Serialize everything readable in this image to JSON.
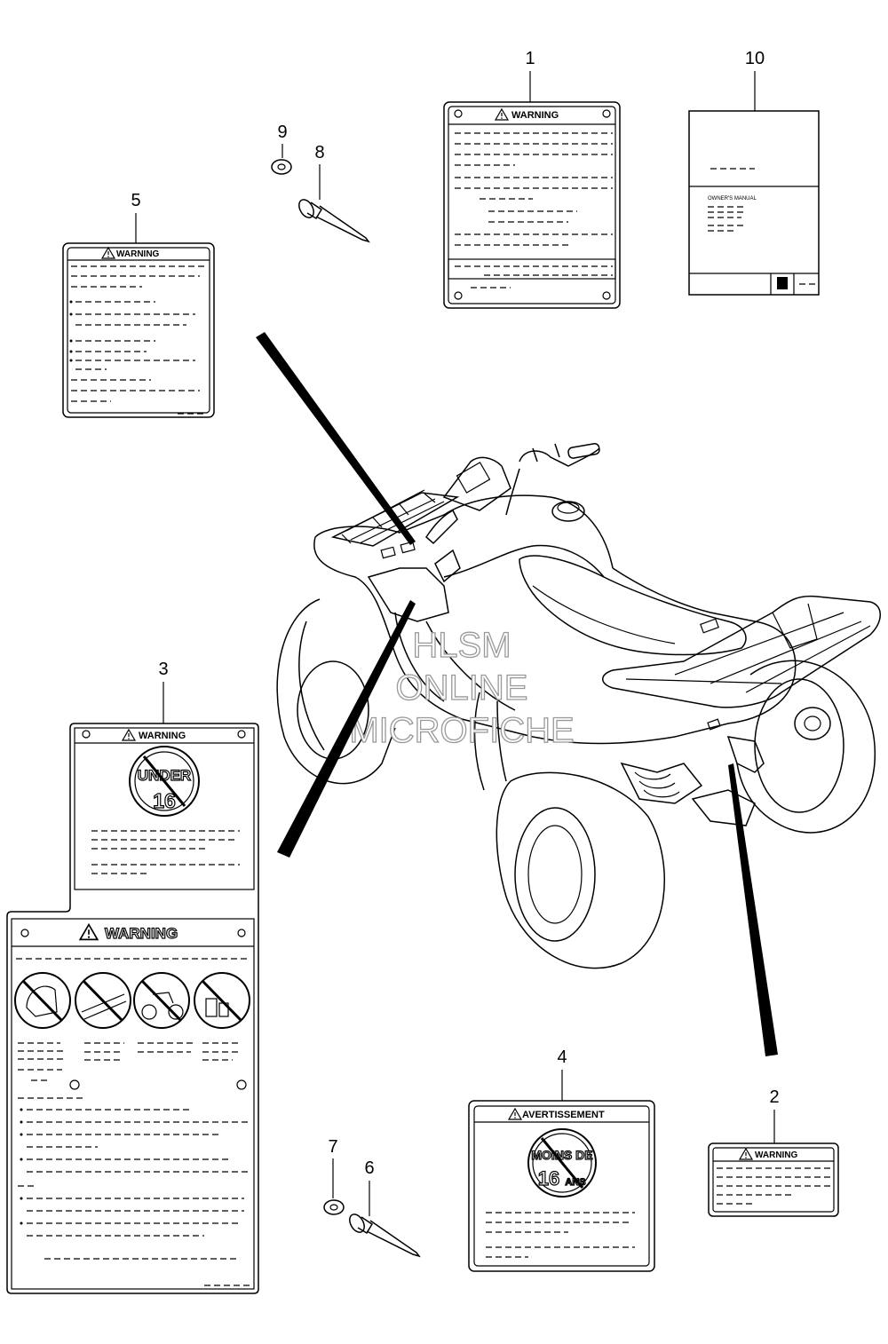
{
  "callouts": [
    "1",
    "2",
    "3",
    "4",
    "5",
    "6",
    "7",
    "8",
    "9",
    "10"
  ],
  "labels": {
    "warning": "WARNING",
    "avertissement": "AVERTISSEMENT",
    "under": "UNDER",
    "age16": "16",
    "moins_de": "MOINS DE",
    "ans": "ANS",
    "owners_manual": "OWNER'S MANUAL"
  },
  "watermark": [
    "HLSM",
    "ONLINE",
    "MICROFICHE"
  ]
}
